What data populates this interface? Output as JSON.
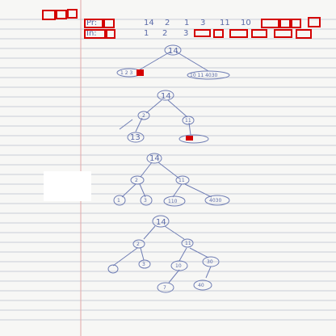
{
  "header": {
    "row1_label": "Pr:",
    "row2_label": "In:",
    "row1_values": [
      "14",
      "2",
      "1",
      "3",
      "11",
      "10"
    ],
    "row2_values": [
      "1",
      "2",
      "3"
    ]
  },
  "trees": {
    "t1": {
      "root": "14",
      "left": "1 2 3",
      "right": "10 11 4030"
    },
    "t2": {
      "root": "14",
      "left": "2",
      "left_child": "13",
      "right": "11",
      "right_child": ""
    },
    "t3": {
      "root": "14",
      "left": "2",
      "right": "11",
      "ll": "1",
      "lr": "3",
      "rl": "110",
      "rr": "4030"
    },
    "t4": {
      "root": "14",
      "left": "2",
      "right": "11",
      "ll": "",
      "lr": "3",
      "rl": "10",
      "rr": "30",
      "rll": "7",
      "rrl": "40"
    }
  },
  "ui": {
    "boxes": [
      {
        "id": "b1"
      },
      {
        "id": "b2"
      },
      {
        "id": "b3"
      },
      {
        "id": "b4"
      },
      {
        "id": "b5"
      },
      {
        "id": "b6"
      },
      {
        "id": "b7"
      },
      {
        "id": "b8"
      },
      {
        "id": "b9"
      },
      {
        "id": "b10"
      },
      {
        "id": "b11"
      },
      {
        "id": "b12"
      },
      {
        "id": "b13"
      },
      {
        "id": "b14"
      },
      {
        "id": "b15"
      },
      {
        "id": "b16"
      },
      {
        "id": "b17"
      },
      {
        "id": "b18"
      },
      {
        "id": "b19"
      },
      {
        "id": "b20"
      }
    ],
    "colors": {
      "accent": "#d40000",
      "ink": "#6f7db4",
      "paper": "#f7f7f5",
      "rule": "#c9ced8",
      "margin": "#e2a7a7"
    }
  }
}
